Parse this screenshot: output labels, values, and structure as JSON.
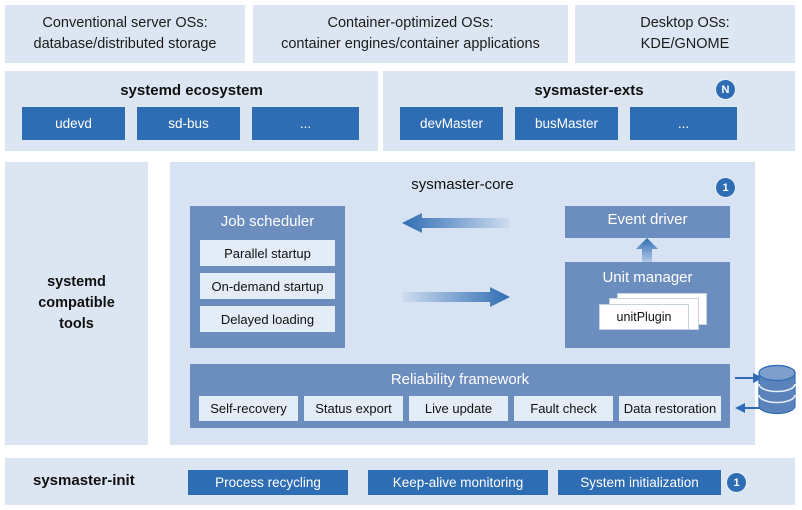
{
  "colors": {
    "panel_bg": "#dce6f2",
    "core_bg": "#d7e3f2",
    "chip_blue": "#2e6db4",
    "group_blue": "#6c8ebf",
    "chip_light": "#e3ecf7",
    "text_dark": "#101010",
    "arrow_blue": "#2e6db4"
  },
  "os_row": {
    "boxes": [
      {
        "line1": "Conventional server OSs:",
        "line2": "database/distributed storage"
      },
      {
        "line1": "Container-optimized OSs:",
        "line2": "container engines/container applications"
      },
      {
        "line1": "Desktop OSs:",
        "line2": "KDE/GNOME"
      }
    ]
  },
  "ecosystem": {
    "title": "systemd ecosystem",
    "chips": [
      "udevd",
      "sd-bus",
      "..."
    ]
  },
  "exts": {
    "title": "sysmaster-exts",
    "badge": "N",
    "chips": [
      "devMaster",
      "busMaster",
      "..."
    ]
  },
  "sidebar": {
    "label_line1": "systemd",
    "label_line2": "compatible",
    "label_line3": "tools"
  },
  "core": {
    "title": "sysmaster-core",
    "badge": "1",
    "job_scheduler": {
      "title": "Job scheduler",
      "items": [
        "Parallel startup",
        "On-demand startup",
        "Delayed loading"
      ]
    },
    "event_driver": {
      "title": "Event driver"
    },
    "unit_manager": {
      "title": "Unit manager",
      "plugin_label": "unitPlugin"
    },
    "reliability": {
      "title": "Reliability framework",
      "items": [
        "Self-recovery",
        "Status export",
        "Live update",
        "Fault check",
        "Data restoration"
      ]
    }
  },
  "init": {
    "label": "sysmaster-init",
    "badge": "1",
    "chips": [
      "Process recycling",
      "Keep-alive monitoring",
      "System initialization"
    ]
  },
  "icons": {
    "database": "database-cylinder-icon",
    "arrow_left": "arrow-left-icon",
    "arrow_right": "arrow-right-icon",
    "arrow_up": "arrow-up-icon"
  }
}
